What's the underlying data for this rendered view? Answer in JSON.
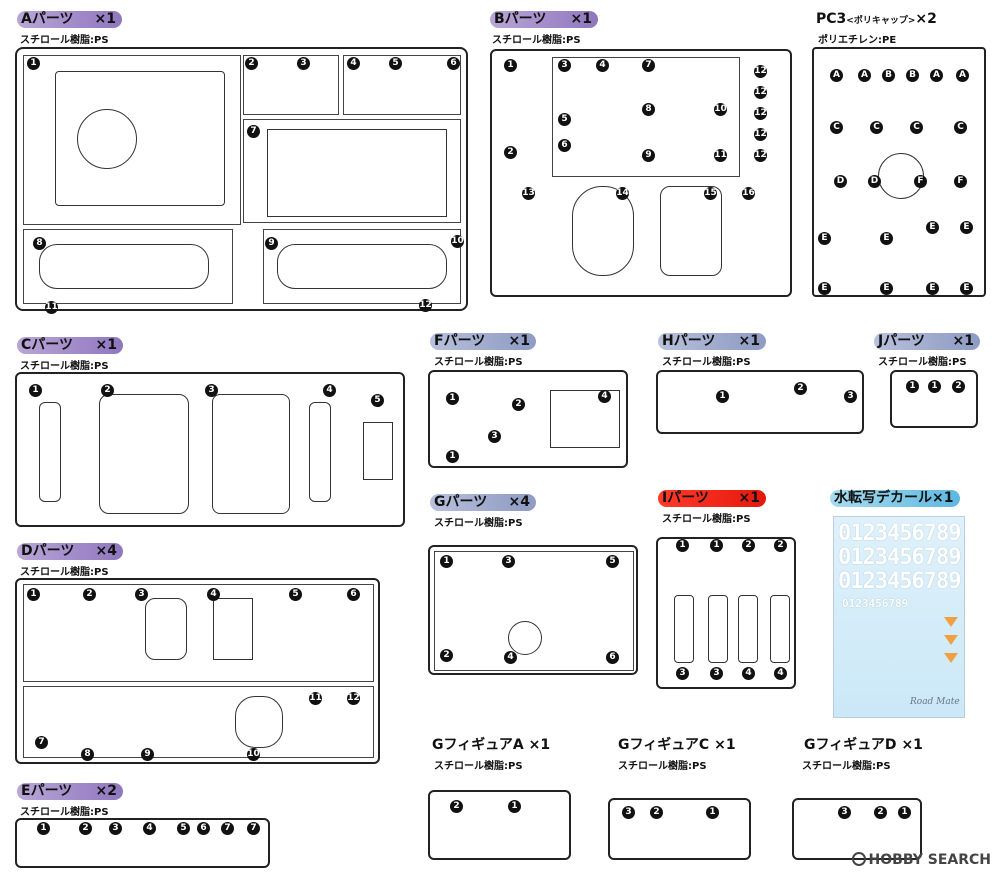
{
  "sections": {
    "A": {
      "label": "Aパーツ",
      "qty": "×1",
      "material": "スチロール樹脂:PS"
    },
    "B": {
      "label": "Bパーツ",
      "qty": "×1",
      "material": "スチロール樹脂:PS"
    },
    "PC3": {
      "label": "PC3",
      "sub": "<ポリキャップ>",
      "qty": "×2",
      "material": "ポリエチレン:PE"
    },
    "C": {
      "label": "Cパーツ",
      "qty": "×1",
      "material": "スチロール樹脂:PS"
    },
    "D": {
      "label": "Dパーツ",
      "qty": "×4",
      "material": "スチロール樹脂:PS"
    },
    "E": {
      "label": "Eパーツ",
      "qty": "×2",
      "material": "スチロール樹脂:PS"
    },
    "F": {
      "label": "Fパーツ",
      "qty": "×1",
      "material": "スチロール樹脂:PS"
    },
    "G": {
      "label": "Gパーツ",
      "qty": "×4",
      "material": "スチロール樹脂:PS"
    },
    "H": {
      "label": "Hパーツ",
      "qty": "×1",
      "material": "スチロール樹脂:PS"
    },
    "J": {
      "label": "Jパーツ",
      "qty": "×1",
      "material": "スチロール樹脂:PS"
    },
    "I": {
      "label": "Iパーツ",
      "qty": "×1",
      "material": "スチロール樹脂:PS"
    },
    "decal": {
      "label": "水転写デカール",
      "qty": "×1"
    },
    "GA": {
      "label": "GフィギュアA",
      "qty": "×1",
      "material": "スチロール樹脂:PS"
    },
    "GC": {
      "label": "GフィギュアC",
      "qty": "×1",
      "material": "スチロール樹脂:PS"
    },
    "GD": {
      "label": "GフィギュアD",
      "qty": "×1",
      "material": "スチロール樹脂:PS"
    }
  },
  "decal": {
    "row1": "0123456789",
    "row2": "0123456789",
    "row3": "0123456789",
    "row4": "0123456789",
    "brand": "Road Mate"
  },
  "watermark": "HOBBY SEARCH",
  "n": {
    "1": "1",
    "2": "2",
    "3": "3",
    "4": "4",
    "5": "5",
    "6": "6",
    "7": "7",
    "8": "8",
    "9": "9",
    "10": "10",
    "11": "11",
    "12": "12",
    "13": "13",
    "14": "14",
    "15": "15",
    "16": "16",
    "A": "A",
    "B": "B",
    "C": "C",
    "D": "D",
    "E": "E",
    "F": "F"
  }
}
